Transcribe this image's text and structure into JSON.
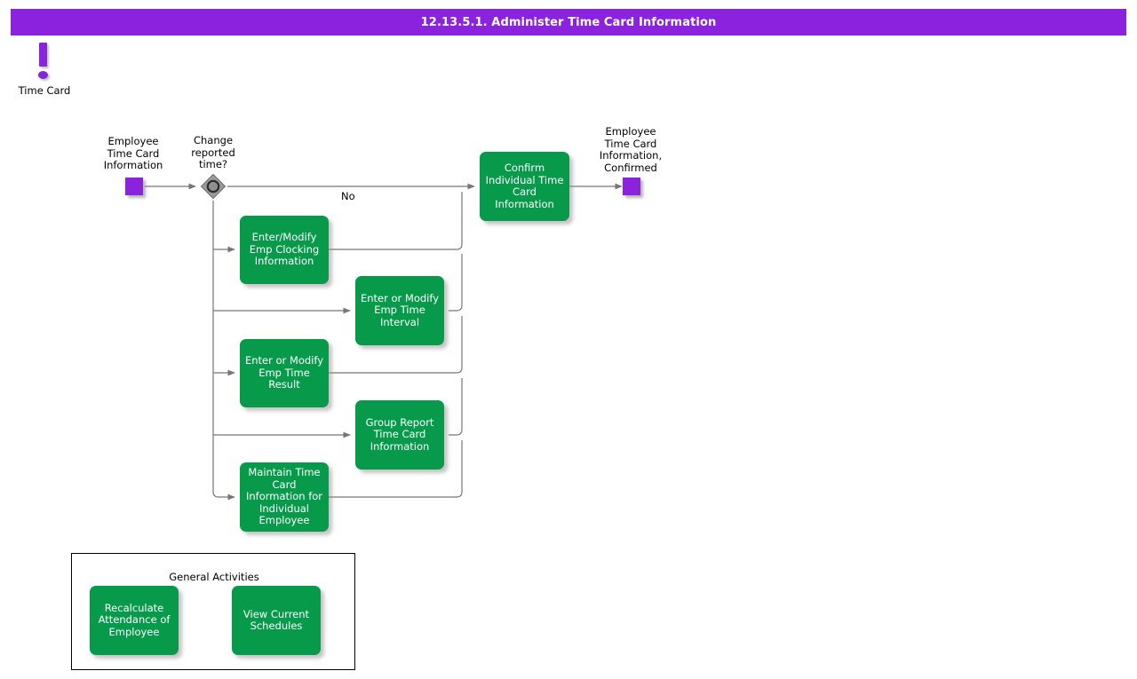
{
  "header": {
    "title": "12.13.5.1. Administer Time Card Information",
    "bar_color": "#8B22DE",
    "text_color": "#FFFFFF"
  },
  "palette": {
    "activity_green": "#079A4B",
    "data_purple": "#8B22DE",
    "connector_gray": "#767676",
    "gateway_gray": "#9A9A9A",
    "background": "#FFFFFF"
  },
  "legend_icon": {
    "name": "time-card-icon",
    "glyph": "exclamation-mark",
    "color": "#8B22DE",
    "label": "Time Card"
  },
  "diagram": {
    "type": "bpmn-process-flow",
    "start_data_object": {
      "label": "Employee\nTime Card\nInformation",
      "shape": "square",
      "color": "#8B22DE"
    },
    "gateway": {
      "label": "Change\nreported\ntime?",
      "shape": "diamond-with-circle",
      "kind": "inclusive-gateway"
    },
    "edge_labels": {
      "no": "No"
    },
    "activities": [
      {
        "id": "enter-modify-emp-clocking-information",
        "label": "Enter/Modify\nEmp Clocking\nInformation"
      },
      {
        "id": "enter-or-modify-emp-time-interval",
        "label": "Enter or Modify\nEmp Time\nInterval"
      },
      {
        "id": "enter-or-modify-emp-time-result",
        "label": "Enter or Modify\nEmp Time Result"
      },
      {
        "id": "group-report-time-card-information",
        "label": "Group Report\nTime Card\nInformation"
      },
      {
        "id": "maintain-time-card-information-for-individual-employee",
        "label": "Maintain Time\nCard\nInformation for\nIndividual\nEmployee"
      },
      {
        "id": "confirm-individual-time-card-information",
        "label": "Confirm\nIndividual Time\nCard\nInformation"
      }
    ],
    "end_data_object": {
      "label": "Employee\nTime Card\nInformation,\nConfirmed",
      "shape": "square",
      "color": "#8B22DE"
    }
  },
  "general_activities": {
    "title": "General Activities",
    "items": [
      {
        "id": "recalculate-attendance-of-employee",
        "label": "Recalculate\nAttendance of\nEmployee"
      },
      {
        "id": "view-current-schedules",
        "label": "View Current\nSchedules"
      }
    ]
  }
}
